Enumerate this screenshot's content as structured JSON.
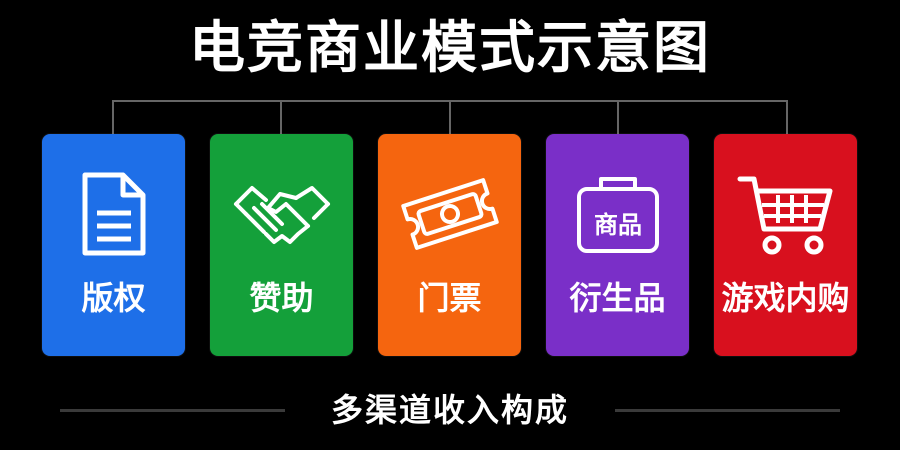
{
  "title": "电竞商业模式示意图",
  "cards": [
    {
      "label": "版权",
      "icon": "document-icon",
      "color": "#1e6fe8"
    },
    {
      "label": "赞助",
      "icon": "handshake-icon",
      "color": "#14a03a"
    },
    {
      "label": "门票",
      "icon": "ticket-icon",
      "color": "#f5650f"
    },
    {
      "label": "衍生品",
      "icon": "shopping-bag-icon",
      "color": "#7a2fc8",
      "icon_text": "商品"
    },
    {
      "label": "游戏内购",
      "icon": "shopping-cart-icon",
      "color": "#d8101e"
    }
  ],
  "footer": {
    "caption": "多渠道收入构成"
  },
  "colors": {
    "background": "#000000",
    "connector": "#666666",
    "text": "#ffffff"
  }
}
